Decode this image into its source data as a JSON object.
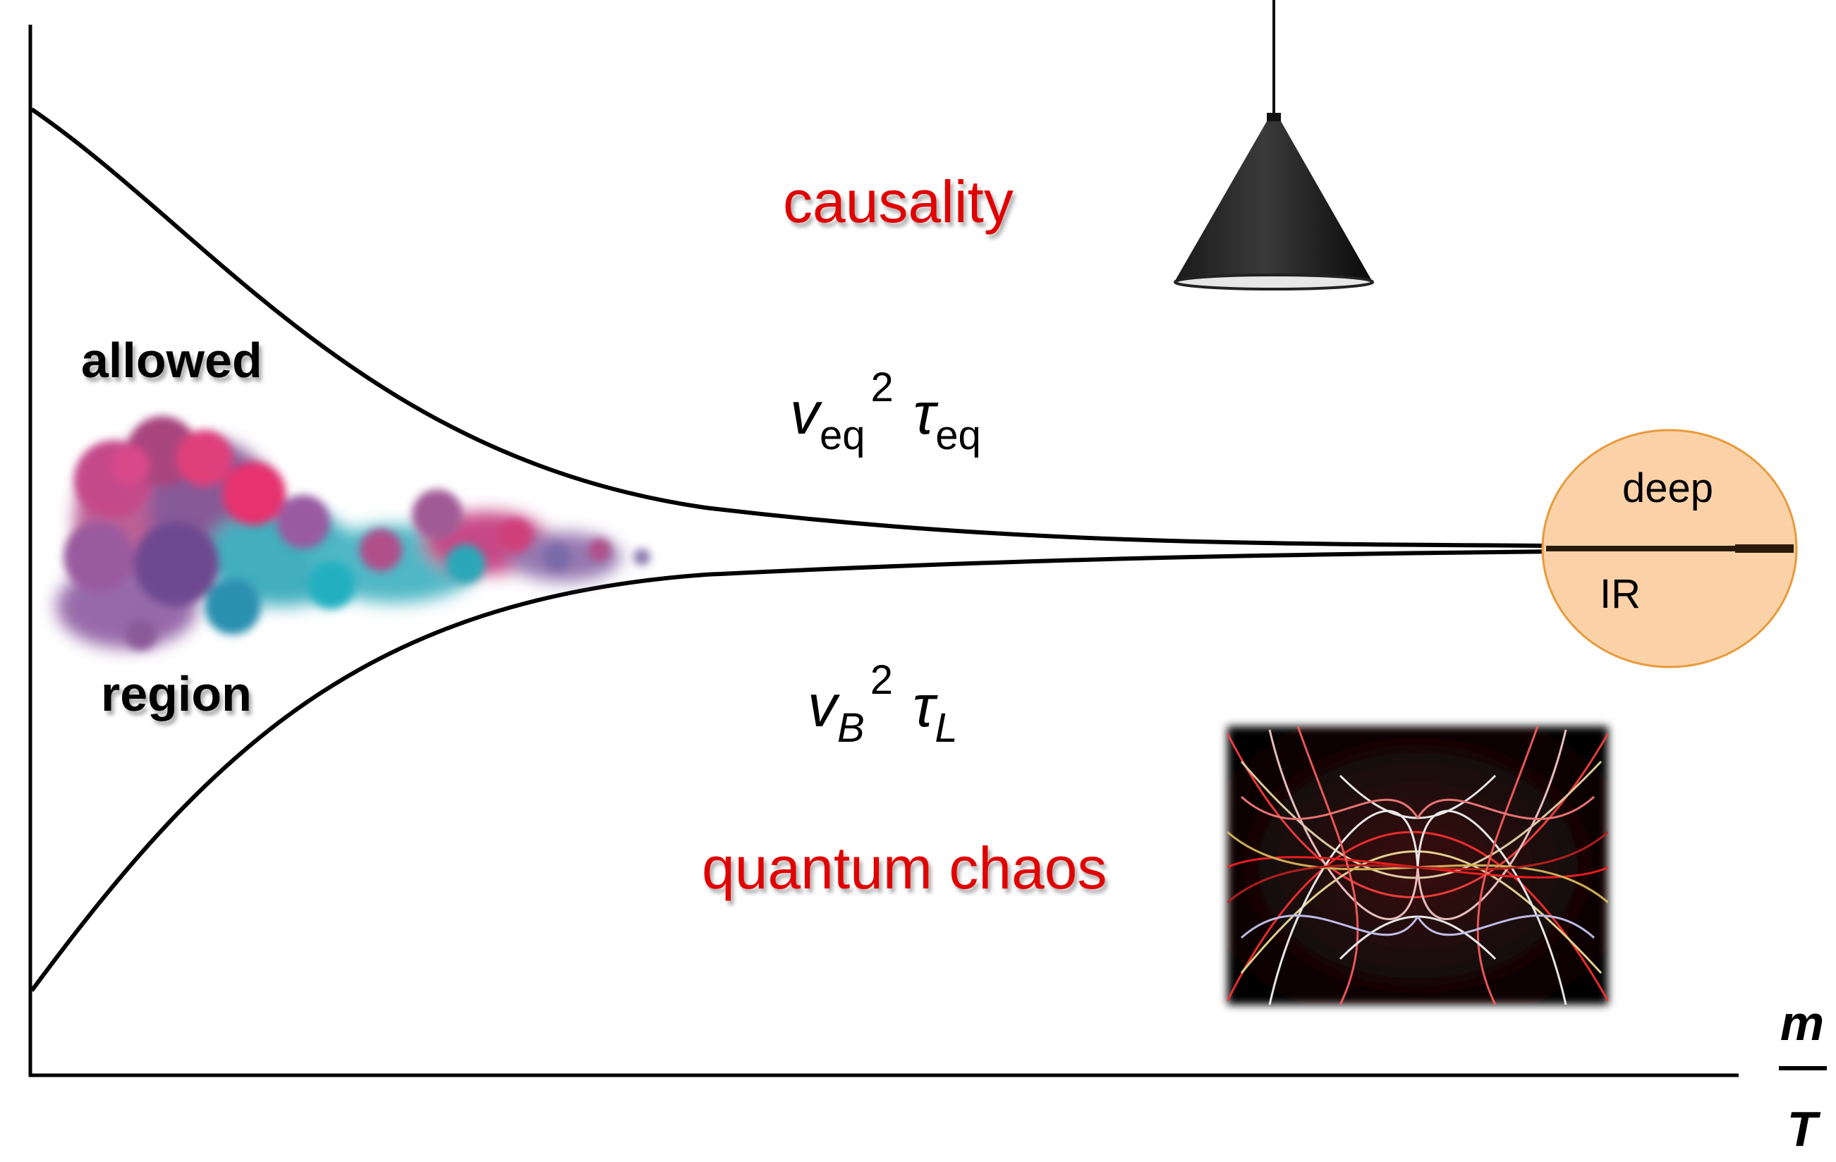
{
  "diagram": {
    "labels": {
      "causality": "causality",
      "quantum_chaos": "quantum chaos",
      "allowed": "allowed",
      "region": "region",
      "deep": "deep",
      "ir": "IR"
    },
    "upper_formula": {
      "base": "v",
      "sub": "eq",
      "sup": "2",
      "tau": "τ",
      "tau_sub": "eq"
    },
    "lower_formula": {
      "base": "v",
      "sub": "B",
      "sup": "2",
      "tau": "τ",
      "tau_sub": "L"
    },
    "x_axis_label": {
      "numerator": "m",
      "denominator": "T"
    },
    "colors": {
      "region_label": "#e00000",
      "curve": "#000000",
      "ir_circle_fill": "#fbd2a8",
      "ir_circle_stroke": "#e89a3a",
      "ink_pink": "#c2367a",
      "ink_purple": "#7a4a8c",
      "ink_teal": "#2fa6b8",
      "lamp": "#111111"
    },
    "icons": [
      "pendant-lamp-icon",
      "ink-cloud-image",
      "light-trails-image"
    ]
  }
}
